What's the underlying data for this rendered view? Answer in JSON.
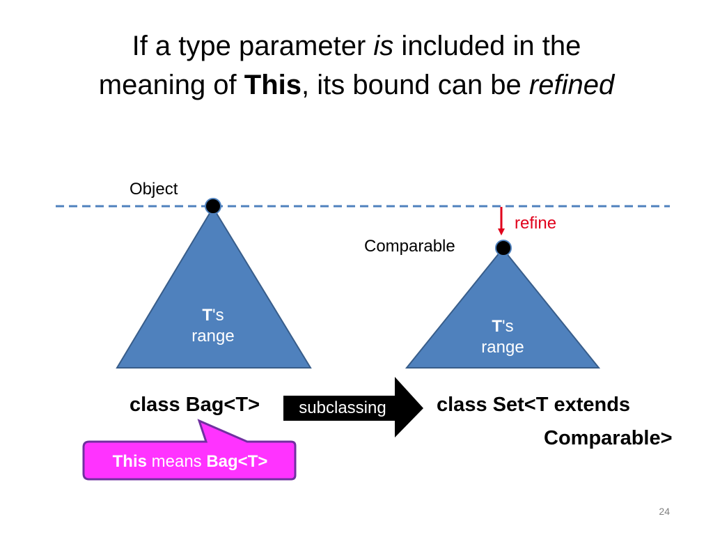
{
  "title": {
    "line1": {
      "a": "If a type parameter ",
      "b": "is",
      "c": " included in the"
    },
    "line2": {
      "a": "meaning of ",
      "b": "This",
      "c": ", its bound can be ",
      "d": "refined"
    }
  },
  "diagram": {
    "object_label": "Object",
    "comparable_label": "Comparable",
    "refine_label": "refine",
    "left_triangle": {
      "t": "T",
      "s": "'s",
      "range": "range"
    },
    "right_triangle": {
      "t": "T",
      "s": "'s",
      "range": "range"
    },
    "class_bag": "class Bag<T>",
    "subclassing": "subclassing",
    "class_set_line1": "class Set<T extends",
    "class_set_line2": "Comparable>",
    "callout": {
      "a": "This",
      "b": " means ",
      "c": "Bag<T>"
    }
  },
  "colors": {
    "triangle_fill": "#4f81bd",
    "dashed_line": "#4f81bd",
    "refine": "#e0001b",
    "callout_fill": "#ff33ff",
    "callout_border": "#7030a0"
  },
  "page_number": "24"
}
